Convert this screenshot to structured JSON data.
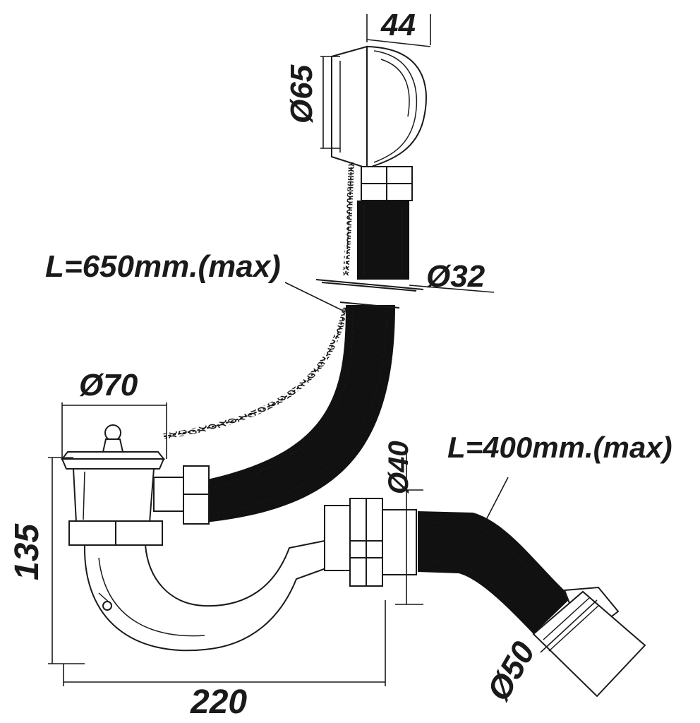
{
  "dimensions": {
    "overflow_width": "44",
    "overflow_diameter": "Ø65",
    "overflow_hose_length": "L=650mm.(max)",
    "overflow_hose_diameter": "Ø32",
    "plug_diameter": "Ø70",
    "outlet_diameter": "Ø40",
    "drain_hose_length": "L=400mm.(max)",
    "height": "135",
    "width": "220",
    "drain_diameter": "Ø50"
  },
  "colors": {
    "ink": "#1a1a1a",
    "hose": "#111111",
    "fill": "#ffffff"
  }
}
